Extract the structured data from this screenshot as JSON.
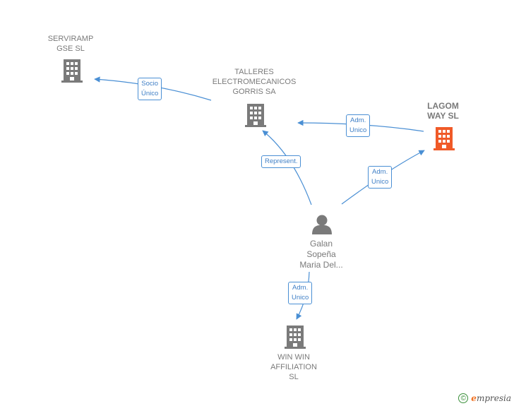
{
  "colors": {
    "edge": "#4a8fd4",
    "building": "#7a7a7a",
    "building_focus": "#f05a28",
    "person": "#7a7a7a"
  },
  "nodes": {
    "serviramp": {
      "label": "SERVIRAMP\nGSE SL",
      "icon": "building-icon"
    },
    "talleres": {
      "label": "TALLERES\nELECTROMECANICOS\nGORRIS SA",
      "icon": "building-icon"
    },
    "lagom": {
      "label": "LAGOM\nWAY  SL",
      "icon": "building-icon"
    },
    "galan": {
      "label": "Galan\nSopeña\nMaria Del...",
      "icon": "person-icon"
    },
    "winwin": {
      "label": "WIN WIN\nAFFILIATION\nSL",
      "icon": "building-icon"
    }
  },
  "edges": {
    "talleres_serviramp": {
      "label": "Socio\nÚnico"
    },
    "lagom_talleres": {
      "label": "Adm.\nUnico"
    },
    "galan_talleres": {
      "label": "Represent."
    },
    "galan_lagom": {
      "label": "Adm.\nUnico"
    },
    "galan_winwin": {
      "label": "Adm.\nUnico"
    }
  },
  "watermark": {
    "copyright": "©",
    "brand_e": "e",
    "brand_rest": "mpresia"
  }
}
